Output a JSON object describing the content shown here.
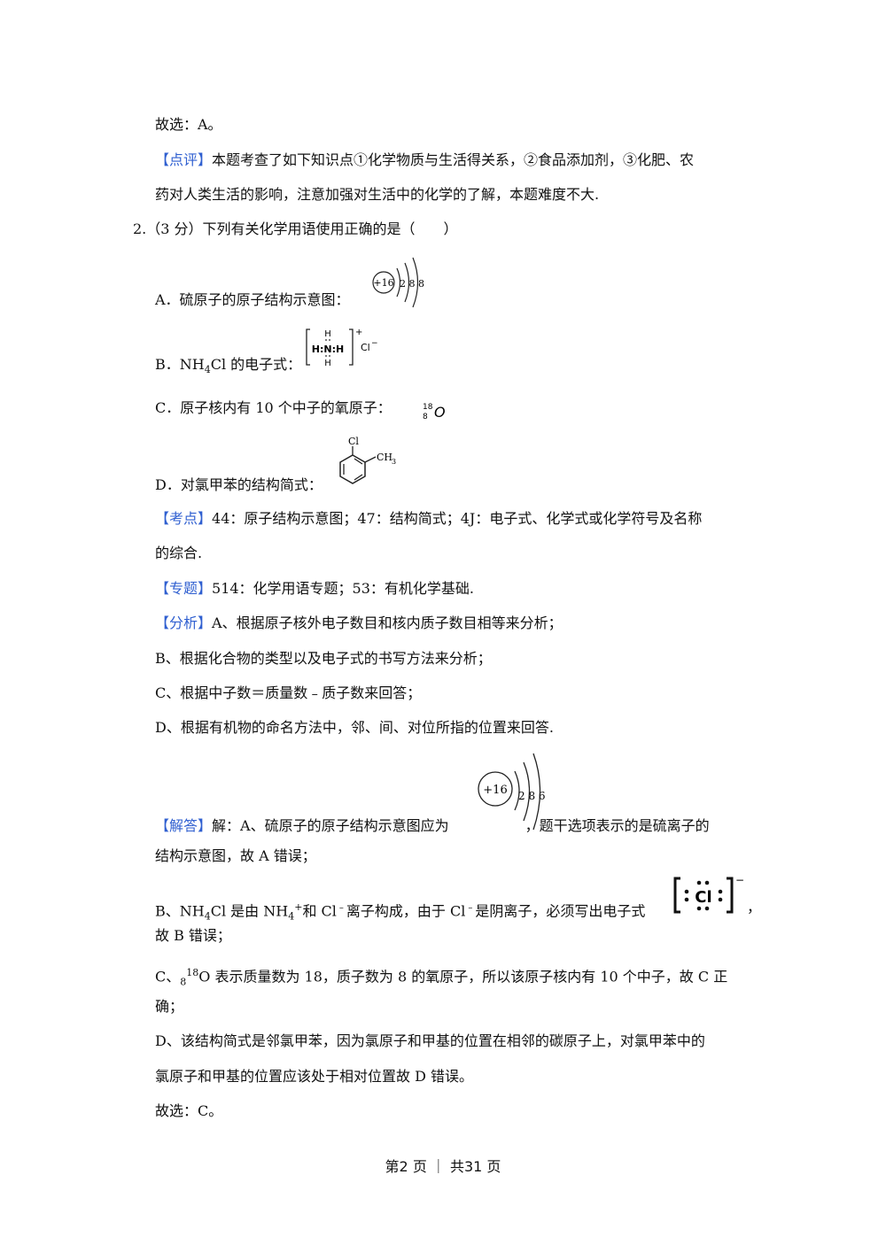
{
  "prev": {
    "conclusion": "故选：A。",
    "comment_tag": "【点评】",
    "comment_l1": "本题考查了如下知识点①化学物质与生活得关系，②食品添加剂，③化肥、农",
    "comment_l2": "药对人类生活的影响，注意加强对生活中的化学的了解，本题难度不大."
  },
  "question": {
    "stem": "2.（3 分）下列有关化学用语使用正确的是（　　）",
    "options": {
      "a": "A．硫原子的原子结构示意图：",
      "b_prefix": "B．NH",
      "b_sub": "4",
      "b_suffix": "Cl 的电子式：",
      "c": "C．原子核内有 10 个中子的氧原子：",
      "d": "D．对氯甲苯的结构简式："
    }
  },
  "figures": {
    "a_nucleus": "+16",
    "a_shells": "2 8 8",
    "b_h": "H",
    "b_center": "H:N:H",
    "b_plus": "+",
    "b_cl": "Cl",
    "b_cl_charge": "−",
    "c_mass": "18",
    "c_atomic": "8",
    "c_symbol": "O",
    "d_cl": "Cl",
    "d_ch3": "CH",
    "d_ch3_sub": "3",
    "sol_nucleus": "+16",
    "sol_shells": "2 8 6",
    "sol_cl": "Cl",
    "sol_charge": "−"
  },
  "analysis": {
    "kaodian_tag": "【考点】",
    "kaodian_l1": "44：原子结构示意图；47：结构简式；4J：电子式、化学式或化学符号及名称",
    "kaodian_l2": "的综合.",
    "zhuanti_tag": "【专题】",
    "zhuanti": "514：化学用语专题；53：有机化学基础.",
    "fenxi_tag": "【分析】",
    "fenxi_a": "A、根据原子核外电子数目和核内质子数目相等来分析；",
    "fenxi_b": "B、根据化合物的类型以及电子式的书写方法来分析；",
    "fenxi_c": "C、根据中子数＝质量数﹣质子数来回答；",
    "fenxi_d": "D、根据有机物的命名方法中，邻、间、对位所指的位置来回答."
  },
  "answer": {
    "tag": "【解答】",
    "a_l1_pre": "解：A、硫原子的原子结构示意图应为",
    "a_l1_post": "，题干选项表示的是硫离子的",
    "a_l2": "结构示意图，故 A 错误；",
    "b_l1_p1": "B、NH",
    "b_l1_sub": "4",
    "b_l1_p2": "Cl 是由 NH",
    "b_l1_sub2": "4",
    "b_l1_sup": "+",
    "b_l1_p3": "和 Cl",
    "b_l1_sup2": "﹣",
    "b_l1_p4": "离子构成，由于 Cl",
    "b_l1_sup3": "﹣",
    "b_l1_p5": "是阴离子，必须写出电子式",
    "b_l1_end": "，",
    "b_l2": "故 B 错误；",
    "c_l1_p1": "C、",
    "c_l1_sub": "8",
    "c_l1_sup": "18",
    "c_l1_p2": "O 表示质量数为 18，质子数为 8 的氧原子，所以该原子核内有 10 个中子，故 C 正",
    "c_l2": "确；",
    "d_l1": "D、该结构简式是邻氯甲苯，因为氯原子和甲基的位置在相邻的碳原子上，对氯甲苯中的",
    "d_l2": "氯原子和甲基的位置应该处于相对位置故 D 错误。",
    "conclusion": "故选：C。"
  },
  "footer": "第2 页 ｜ 共31 页"
}
